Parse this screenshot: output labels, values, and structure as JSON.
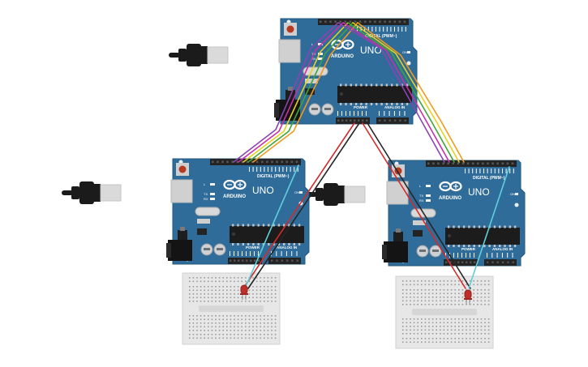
{
  "colors": {
    "background": "#ffffff",
    "board": "#2f6c99",
    "board_dark": "#23577d",
    "header": "#242424",
    "chip": "#1c1c1c",
    "usb_metal": "#dadada",
    "cable": "#1b1b1b",
    "reset_button": "#b63a22",
    "breadboard": "#e7e7e7",
    "breadboard_hole": "#999999",
    "led": "#c0302b",
    "wire_orange": "#f29a1d",
    "wire_yellow": "#e6d11e",
    "wire_green": "#3fa535",
    "wire_purple": "#8c43b3",
    "wire_magenta": "#c92fa6",
    "wire_red": "#d62a2a",
    "wire_black": "#262626",
    "wire_cyan": "#5fd0d9"
  },
  "boards": [
    {
      "id": "master",
      "logo": "ARDUINO",
      "model": "UNO",
      "digital_label": "DIGITAL (PWM~)",
      "analog_label": "ANALOG IN",
      "power_label": "POWER",
      "tx": "TX",
      "rx": "RX",
      "on": "ON",
      "l": "L"
    },
    {
      "id": "left",
      "logo": "ARDUINO",
      "model": "UNO",
      "digital_label": "DIGITAL (PWM~)",
      "analog_label": "ANALOG IN",
      "power_label": "POWER",
      "tx": "TX",
      "rx": "RX",
      "on": "ON",
      "l": "L"
    },
    {
      "id": "right",
      "logo": "ARDUINO",
      "model": "UNO",
      "digital_label": "DIGITAL (PWM~)",
      "analog_label": "ANALOG IN",
      "power_label": "POWER",
      "tx": "TX",
      "rx": "RX",
      "on": "ON",
      "l": "L"
    }
  ],
  "icons": {
    "logo": "infinity-logo-icon",
    "usb": "usb-plug-icon",
    "led": "led-icon"
  }
}
